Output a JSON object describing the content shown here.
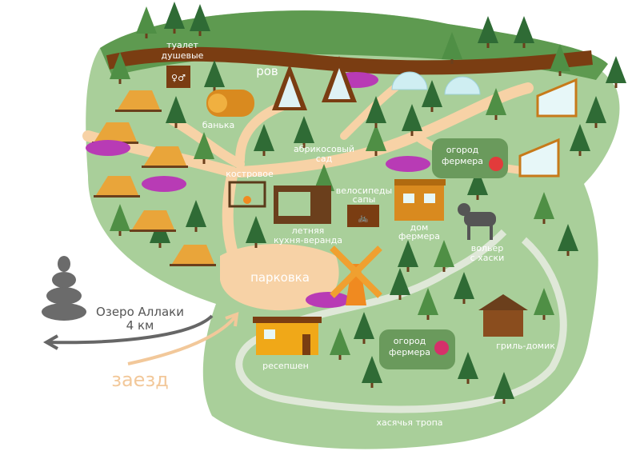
{
  "map": {
    "labels": {
      "toilet_1": "туалет",
      "toilet_2": "душевые",
      "moat": "ров",
      "sauna": "банька",
      "apricot_1": "абрикосовый",
      "apricot_2": "сад",
      "campfire": "костровое",
      "kitchen_1": "летняя",
      "kitchen_2": "кухня-веранда",
      "bikes_1": "велосипеды",
      "bikes_2": "сапы",
      "garden_top_1": "огород",
      "garden_top_2": "фермера",
      "farmhouse_1": "дом",
      "farmhouse_2": "фермера",
      "husky_1": "вольер",
      "husky_2": "с хаски",
      "parking": "парковка",
      "lake_1": "Озеро Аллаки",
      "lake_2": "4 км",
      "checkin": "заезд",
      "reception": "ресепшен",
      "garden_bottom_1": "огород",
      "garden_bottom_2": "фермера",
      "grill": "гриль-домик",
      "trail": "хасячья тропа"
    },
    "colors": {
      "grass": "#a9cf9a",
      "forest": "#5e9a50",
      "moat": "#7a3d12",
      "path": "#f7d2a6",
      "tree_dark": "#2f6b35",
      "tree_light": "#4f8f45",
      "tent": "#e9a53a",
      "house": "#d98a1f",
      "heather": "#b83bb5",
      "garden_box": "#6a9a5c",
      "checkin": "#f2c89a"
    }
  }
}
